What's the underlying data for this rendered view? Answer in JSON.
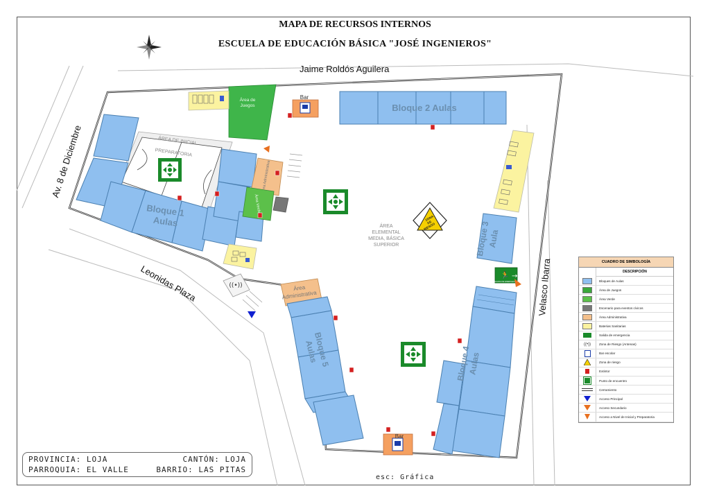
{
  "title": "MAPA DE RECURSOS INTERNOS",
  "subtitle": "ESCUELA DE EDUCACIÓN BÁSICA \"JOSÉ INGENIEROS\"",
  "streets": {
    "top": "Jaime Roldós Aguilera",
    "left": "Av. 8 de Diciembre",
    "bottom_left": "Leonidas Plaza",
    "right": "Velasco Ibarra"
  },
  "labels": {
    "bloque1": "Bloque 1 Aulas",
    "bloque1_l1": "Bloque 1",
    "bloque1_l2": "Aulas",
    "bloque2": "Bloque 2   Aulas",
    "bloque3_l1": "Bloque 3",
    "bloque3_l2": "Aula",
    "bloque4_l1": "Bloque 4",
    "bloque4_l2": "Aulas",
    "bloque5_l1": "Bloque 5",
    "bloque5_l2": "Aulas",
    "area_juegos_l1": "Área de",
    "area_juegos_l2": "Juegos",
    "area_inicial_l1": "ÁREA DE INICIAL",
    "area_inicial_l2": "PREPARATORIA",
    "area_elemental_l1": "ÁREA",
    "area_elemental_l2": "ELEMENTAL",
    "area_elemental_l3": "MEDIA, BÁSICA",
    "area_elemental_l4": "SUPERIOR",
    "area_admin_l1": "Área",
    "area_admin_l2": "Administrativa",
    "area_admin_small": "Área Administrativa",
    "area_verde": "Área Verde",
    "bar_top": "Bar",
    "bar_bottom": "Bar",
    "zona_riesgo_l1": "ZONA",
    "zona_riesgo_l2": "DE",
    "zona_riesgo_l3": "RIESGO",
    "salida": "SALIDA DE EMERGENCIA"
  },
  "info": {
    "provincia": "PROVINCIA: LOJA",
    "canton": "CANTÓN: LOJA",
    "parroquia": "PARROQUIA: EL VALLE",
    "barrio": "BARRIO: LAS PITAS"
  },
  "scale": "esc: Gráfica",
  "legend": {
    "title": "CUADRO DE SIMBOLOGÍA",
    "header": "DESCRIPCIÓN",
    "items": [
      {
        "label": "Bloques de Aulas",
        "symbol": "swatch",
        "color": "#8fbfef"
      },
      {
        "label": "Área de Juegos",
        "symbol": "swatch",
        "color": "#3aa83a"
      },
      {
        "label": "Área Verde",
        "symbol": "swatch",
        "color": "#5cc04a"
      },
      {
        "label": "Escenario para eventos cívicos",
        "symbol": "swatch",
        "color": "#777777"
      },
      {
        "label": "Área Administrativa",
        "symbol": "swatch",
        "color": "#f4c08c"
      },
      {
        "label": "Baterias Sanitarias",
        "symbol": "swatch",
        "color": "#fbf3a0"
      },
      {
        "label": "Salida de emergencia",
        "symbol": "exit-icon",
        "color": "#1a8a2a"
      },
      {
        "label": "Zona de Riesgo (Antenas)",
        "symbol": "antenna-icon",
        "color": "#333333"
      },
      {
        "label": "Bar escolar",
        "symbol": "bar-icon",
        "color": "#1a3ca8"
      },
      {
        "label": "Zona de riesgo",
        "symbol": "risk-icon",
        "color": "#f5d000"
      },
      {
        "label": "Extintor",
        "symbol": "extinguisher-icon",
        "color": "#d42020"
      },
      {
        "label": "Punto de encuentro",
        "symbol": "meeting-point-icon",
        "color": "#1a8a2a"
      },
      {
        "label": "Cerramiento",
        "symbol": "fence-icon",
        "color": "#333333"
      },
      {
        "label": "Acceso Principal",
        "symbol": "arrow-blue-icon",
        "color": "#1020d0"
      },
      {
        "label": "Acceso Secundario",
        "symbol": "arrow-orange-icon",
        "color": "#e87020"
      },
      {
        "label": "Acceso a Nivel de Inicial y Preparatoria",
        "symbol": "arrow-orange-small-icon",
        "color": "#e87020"
      }
    ]
  },
  "colors": {
    "aula": "#8fbfef",
    "aula_stroke": "#4a7fb0",
    "juegos": "#3fb54a",
    "verde": "#5cc04a",
    "admin": "#f4c08c",
    "sanitarias": "#fbf3a0",
    "bar": "#f5a060",
    "fence": "#333333"
  }
}
